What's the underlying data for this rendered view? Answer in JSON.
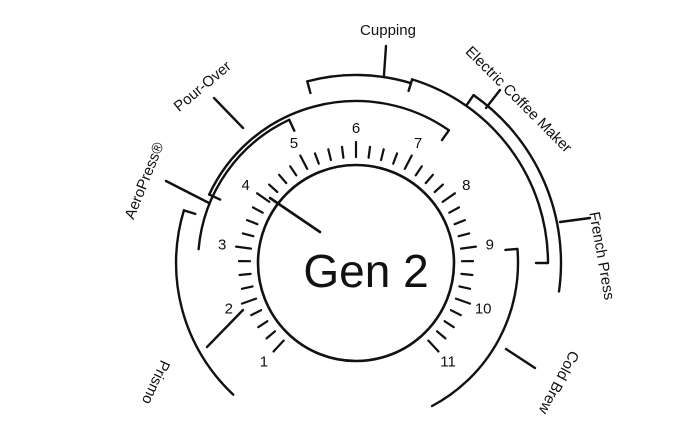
{
  "title": "Gen 2",
  "dial_numbers": [
    "1",
    "2",
    "3",
    "4",
    "5",
    "6",
    "7",
    "8",
    "9",
    "10",
    "11"
  ],
  "brew_methods": [
    {
      "name": "Prismo",
      "range": "1 to 3"
    },
    {
      "name": "AeroPress®",
      "range": "3 to 5.5"
    },
    {
      "name": "Pour-Over",
      "range": "4.5 to 8"
    },
    {
      "name": "Cupping",
      "range": "6.2 to 7.5"
    },
    {
      "name": "Electric Coffee Maker",
      "range": "6.8 to 9.3"
    },
    {
      "name": "French Press",
      "range": "8 to 10"
    },
    {
      "name": "Cold Brew",
      "range": "9 to 11.5"
    }
  ],
  "pointer_setting": 4,
  "colors": {
    "ink": "#111111",
    "background": "#ffffff"
  }
}
